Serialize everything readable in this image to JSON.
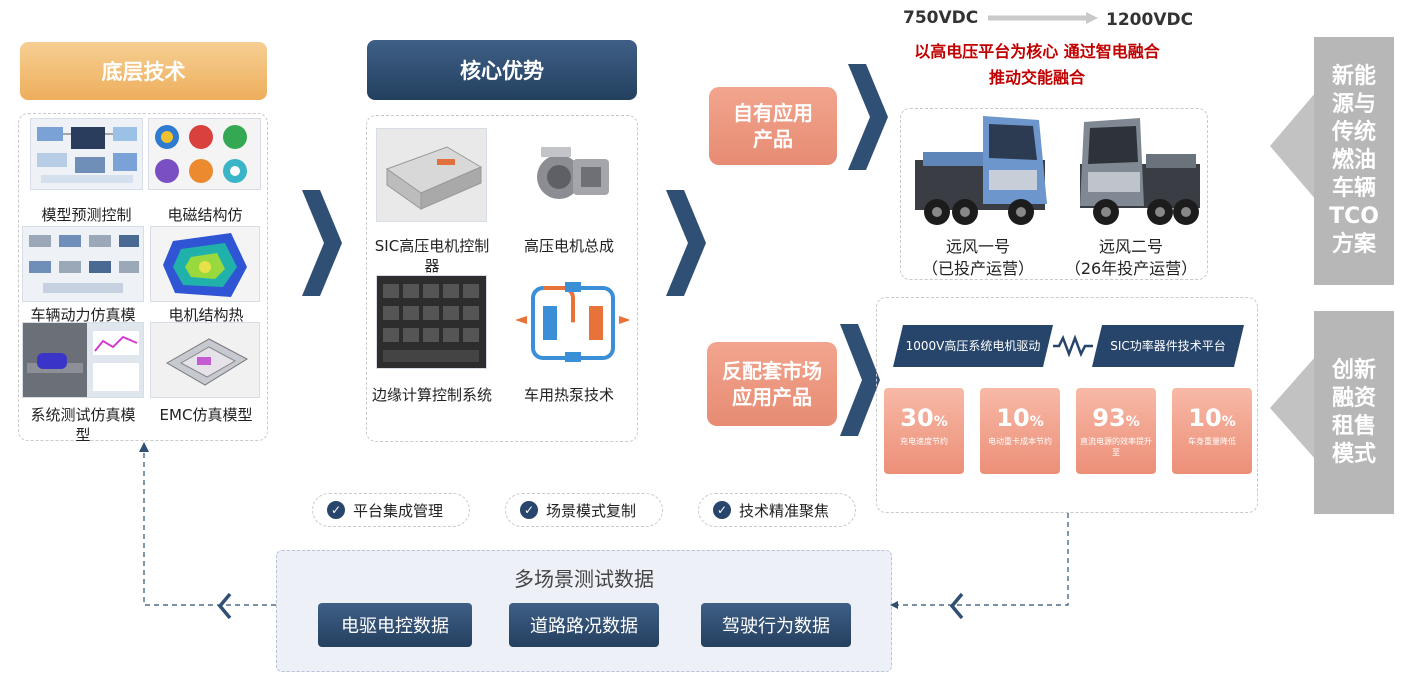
{
  "top": {
    "v_from": "750VDC",
    "v_to": "1200VDC",
    "slogan_1": "以高电压平台为核心 通过智电融合",
    "slogan_2": "推动交能融合"
  },
  "col1": {
    "header": "底层技术",
    "items": [
      "模型预测控制",
      "电磁结构仿",
      "车辆动力仿真模型",
      "电机结构热",
      "系统测试仿真模型",
      "EMC仿真模型"
    ]
  },
  "col2": {
    "header": "核心优势",
    "items": [
      "SIC高压电机控制器",
      "高压电机总成",
      "边缘计算控制系统",
      "车用热泵技术"
    ]
  },
  "products": {
    "own_label": "自有应用产品",
    "market_label": "反配套市场应用产品",
    "truck1_name": "远风一号",
    "truck1_status": "（已投产运营）",
    "truck2_name": "远风二号",
    "truck2_status": "（26年投产运营）",
    "banner_left": "1000V高压系统电机驱动",
    "banner_right": "SIC功率器件技术平台",
    "metrics": [
      {
        "value": "30",
        "unit": "%",
        "desc": "充电速度节约"
      },
      {
        "value": "10",
        "unit": "%",
        "desc": "电动重卡成本节约"
      },
      {
        "value": "93",
        "unit": "%",
        "desc": "直流电源的效率提升至"
      },
      {
        "value": "10",
        "unit": "%",
        "desc": "车身重量降低"
      }
    ]
  },
  "side": {
    "tco": "新能源与传统燃油车辆TCO方案",
    "lease": "创新融资租售模式"
  },
  "pills": [
    "平台集成管理",
    "场景模式复制",
    "技术精准聚焦"
  ],
  "data_box": {
    "title": "多场景测试数据",
    "buttons": [
      "电驱电控数据",
      "道路路况数据",
      "驾驶行为数据"
    ]
  },
  "colors": {
    "navy": "#23405f",
    "orange": "#eeae5c",
    "salmon": "#e78b73",
    "red_text": "#c00000",
    "grey": "#b7b7b7"
  }
}
